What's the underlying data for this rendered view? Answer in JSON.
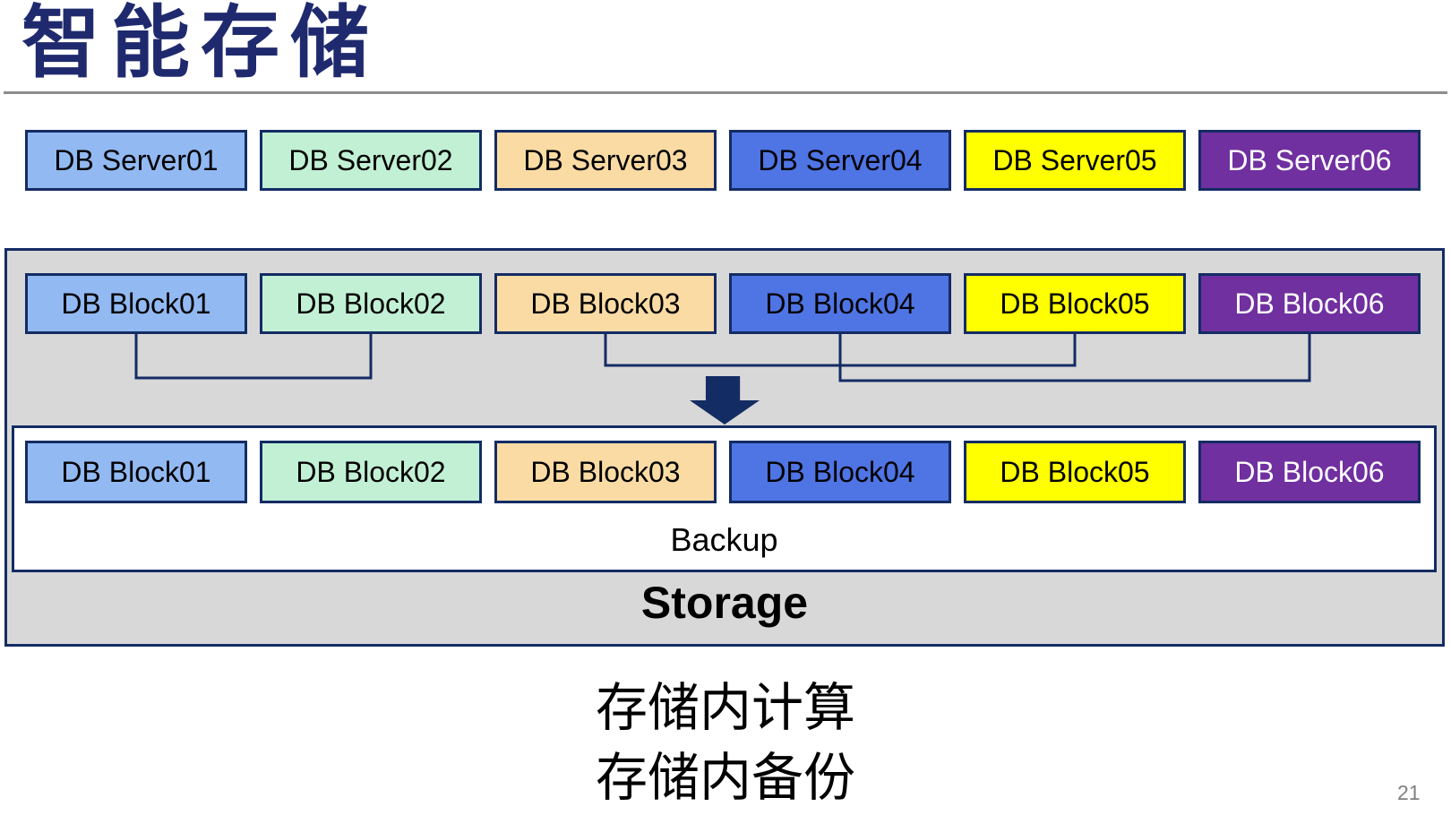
{
  "page": {
    "title": "智能存储",
    "page_number": "21"
  },
  "palette": {
    "title_navy": "#1f2a6e",
    "border_navy": "#142c64",
    "panel_gray": "#d8d8d8",
    "panel_white": "#ffffff",
    "divider_gray": "#8c8c8c",
    "box_blue_light": "#92b9f2",
    "box_green_light": "#c2f0d4",
    "box_tan": "#fadba4",
    "box_blue": "#4f74e4",
    "box_yellow": "#ffff00",
    "box_purple": "#7030a0"
  },
  "server_row": {
    "items": [
      {
        "label": "DB Server01",
        "fill": "#92b9f2",
        "text": "#000000"
      },
      {
        "label": "DB Server02",
        "fill": "#c2f0d4",
        "text": "#000000"
      },
      {
        "label": "DB Server03",
        "fill": "#fadba4",
        "text": "#000000"
      },
      {
        "label": "DB Server04",
        "fill": "#4f74e4",
        "text": "#000000"
      },
      {
        "label": "DB Server05",
        "fill": "#ffff00",
        "text": "#000000"
      },
      {
        "label": "DB Server06",
        "fill": "#7030a0",
        "text": "#ffffff"
      }
    ]
  },
  "storage_panel": {
    "block_row_top": {
      "items": [
        {
          "label": "DB Block01",
          "fill": "#92b9f2",
          "text": "#000000"
        },
        {
          "label": "DB Block02",
          "fill": "#c2f0d4",
          "text": "#000000"
        },
        {
          "label": "DB Block03",
          "fill": "#fadba4",
          "text": "#000000"
        },
        {
          "label": "DB Block04",
          "fill": "#4f74e4",
          "text": "#000000"
        },
        {
          "label": "DB Block05",
          "fill": "#ffff00",
          "text": "#000000"
        },
        {
          "label": "DB Block06",
          "fill": "#7030a0",
          "text": "#ffffff"
        }
      ]
    },
    "connections": {
      "pairs": [
        "DB Block01 - DB Block02",
        "DB Block03 - DB Block05",
        "DB Block04 - DB Block06"
      ]
    },
    "backup_panel": {
      "block_row_bottom": {
        "items": [
          {
            "label": "DB Block01",
            "fill": "#92b9f2",
            "text": "#000000"
          },
          {
            "label": "DB Block02",
            "fill": "#c2f0d4",
            "text": "#000000"
          },
          {
            "label": "DB Block03",
            "fill": "#fadba4",
            "text": "#000000"
          },
          {
            "label": "DB Block04",
            "fill": "#4f74e4",
            "text": "#000000"
          },
          {
            "label": "DB Block05",
            "fill": "#ffff00",
            "text": "#000000"
          },
          {
            "label": "DB Block06",
            "fill": "#7030a0",
            "text": "#ffffff"
          }
        ]
      },
      "backup_label": "Backup"
    },
    "storage_label": "Storage"
  },
  "caption": {
    "line1": "存储内计算",
    "line2": "存储内备份"
  }
}
